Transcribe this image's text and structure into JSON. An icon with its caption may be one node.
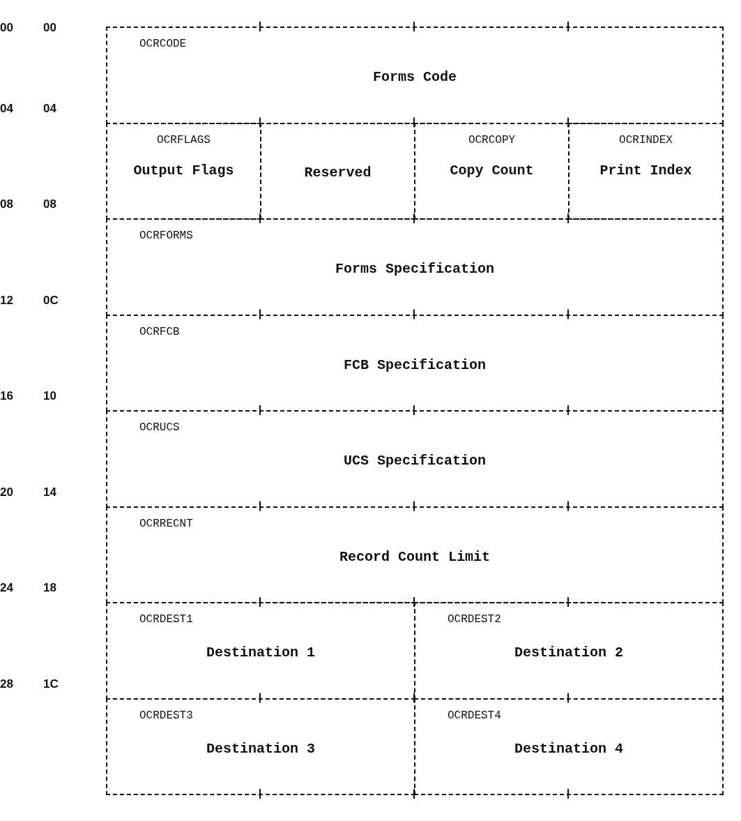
{
  "diagram": {
    "nodes": [
      {
        "text": [
          "OCRCODE",
          "Forms Code"
        ]
      },
      {
        "text": [
          "OCRFLAGS",
          "Output Flags"
        ]
      },
      {
        "text": [
          "Reserved"
        ]
      },
      {
        "text": [
          "OCRCOPY",
          "Copy Count"
        ]
      },
      {
        "text": [
          "OCRINDEX",
          "Print Index"
        ]
      },
      {
        "text": [
          "OCRFORMS",
          "Forms Specification"
        ]
      },
      {
        "text": [
          "OCRFCB",
          "FCB Specification"
        ]
      },
      {
        "text": [
          "OCRUCS",
          "UCS Specification"
        ]
      },
      {
        "text": [
          "OCRRECNT",
          "Record Count Limit"
        ]
      },
      {
        "text": [
          "OCRDEST1",
          "Destination 1"
        ]
      },
      {
        "text": [
          "OCRDEST2",
          "Destination 2"
        ]
      },
      {
        "text": [
          "OCRDEST3",
          "Destination 3"
        ]
      },
      {
        "text": [
          "OCRDEST4",
          "Destination 4"
        ]
      }
    ],
    "labels": [
      "00",
      "00",
      "04",
      "04",
      "08",
      "08",
      "12",
      "0C",
      "16",
      "10",
      "20",
      "14",
      "24",
      "18",
      "28",
      "1C"
    ]
  }
}
